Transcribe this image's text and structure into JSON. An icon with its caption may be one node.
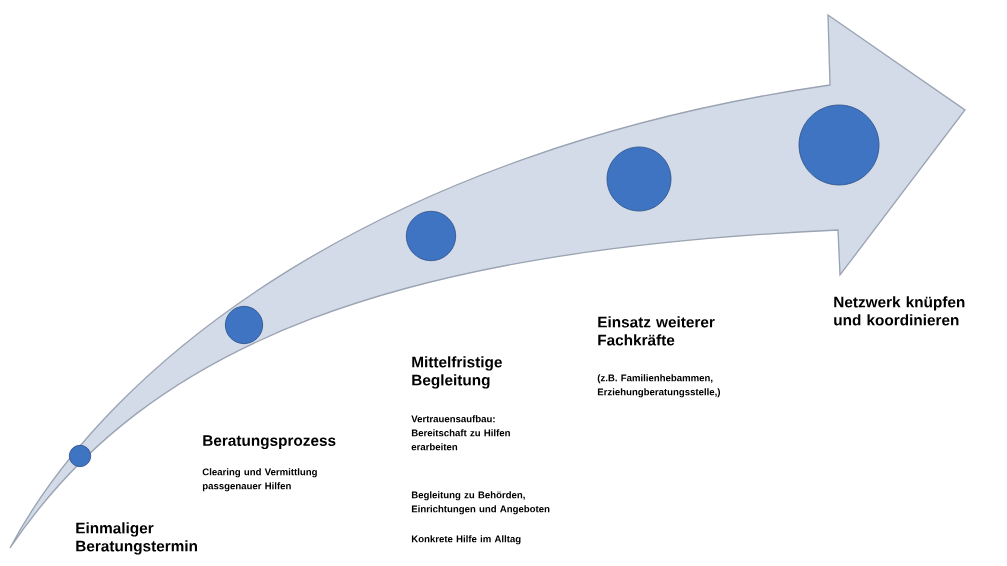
{
  "diagram": {
    "nodes": [
      {
        "text": [],
        "shape": "circle",
        "beside": [
          "Einmaliger Beratungstermin"
        ]
      },
      {
        "text": [],
        "shape": "circle",
        "beside": [
          "Beratungsprozess",
          "Clearing und Vermittlung passgenauer Hilfen"
        ]
      },
      {
        "text": [],
        "shape": "circle",
        "beside": [
          "Mittelfristige Begleitung",
          "Vertrauensaufbau: Bereitschaft zu Hilfen erarbeiten",
          "Begleitung zu Behörden, Einrichtungen und Angeboten",
          "Konkrete Hilfe im Alltag"
        ]
      },
      {
        "text": [],
        "shape": "circle",
        "beside": [
          "Einsatz weiterer Fachkräfte",
          "(z.B. Familienhebammen, Erziehungberatungsstelle,)"
        ]
      },
      {
        "text": [],
        "shape": "circle"
      }
    ],
    "labels": [
      "Netzwerk knüpfen und koordinieren"
    ]
  }
}
